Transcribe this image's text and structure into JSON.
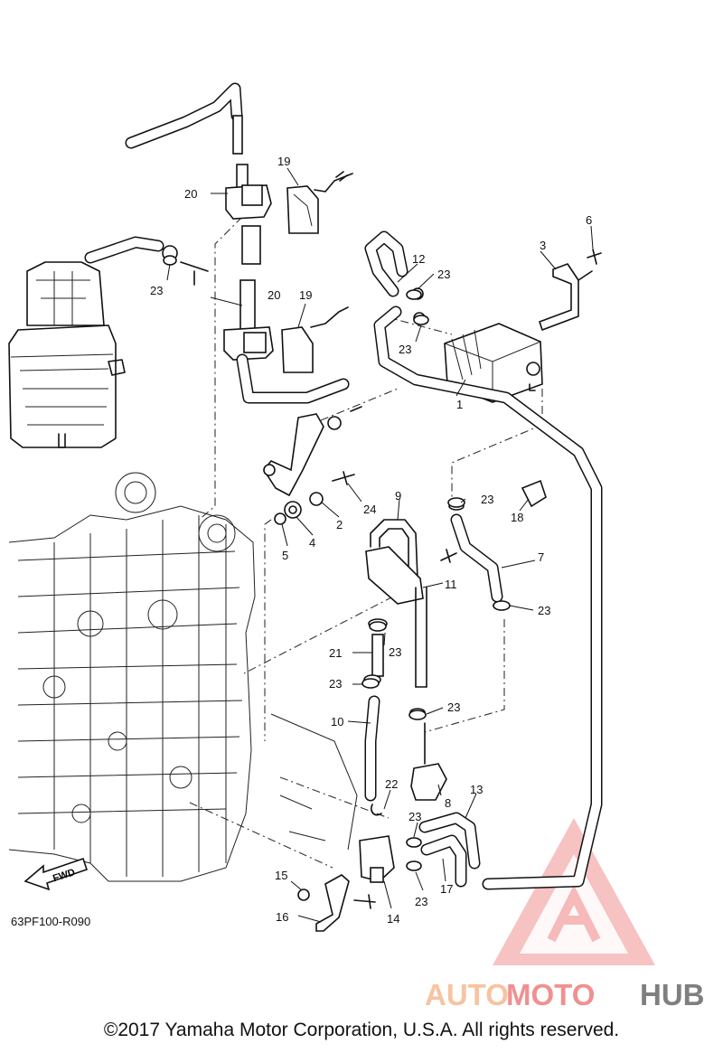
{
  "diagram_code": "63PF100-R090",
  "fwd_label": "FWD",
  "copyright": "©2017 Yamaha Motor Corporation, U.S.A. All rights reserved.",
  "watermark": {
    "part1": "AUTO",
    "part2": "MOTO",
    "part3": "HUB",
    "color_orange": "#f4b183",
    "color_red": "#ec6b6b",
    "color_gray": "#555555"
  },
  "callouts": {
    "c1": "1",
    "c2": "2",
    "c3": "3",
    "c4": "4",
    "c5": "5",
    "c6": "6",
    "c7": "7",
    "c8": "8",
    "c9": "9",
    "c10": "10",
    "c11": "11",
    "c12": "12",
    "c13": "13",
    "c14": "14",
    "c15": "15",
    "c16": "16",
    "c17": "17",
    "c18": "18",
    "c19a": "19",
    "c19b": "19",
    "c20a": "20",
    "c20b": "20",
    "c21": "21",
    "c22": "22",
    "c23a": "23",
    "c23b": "23",
    "c23c": "23",
    "c23d": "23",
    "c23e": "23",
    "c23f": "23",
    "c23g": "23",
    "c23h": "23",
    "c23i": "23",
    "c23j": "23",
    "c24": "24"
  }
}
